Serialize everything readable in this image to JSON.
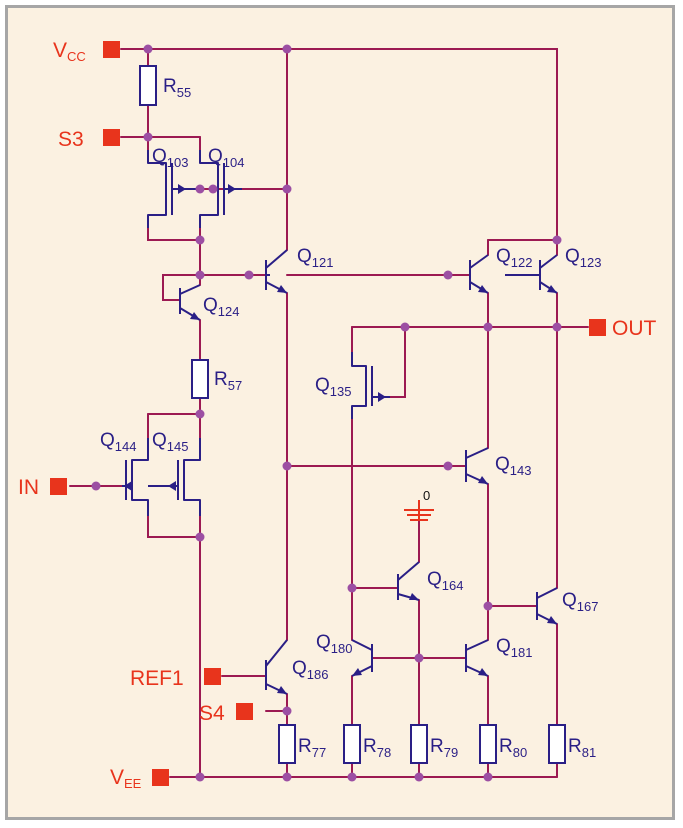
{
  "ports": {
    "vcc": {
      "main": "V",
      "sub": "CC"
    },
    "s3": "S3",
    "in": "IN",
    "out": "OUT",
    "ref1": "REF1",
    "s4": "S4",
    "vee": {
      "main": "V",
      "sub": "EE"
    }
  },
  "ground_label": "0",
  "resistors": {
    "r55": {
      "main": "R",
      "sub": "55"
    },
    "r57": {
      "main": "R",
      "sub": "57"
    },
    "r77": {
      "main": "R",
      "sub": "77"
    },
    "r78": {
      "main": "R",
      "sub": "78"
    },
    "r79": {
      "main": "R",
      "sub": "79"
    },
    "r80": {
      "main": "R",
      "sub": "80"
    },
    "r81": {
      "main": "R",
      "sub": "81"
    }
  },
  "transistors": {
    "q103": {
      "main": "Q",
      "sub": "103"
    },
    "q104": {
      "main": "Q",
      "sub": "104"
    },
    "q121": {
      "main": "Q",
      "sub": "121"
    },
    "q122": {
      "main": "Q",
      "sub": "122"
    },
    "q123": {
      "main": "Q",
      "sub": "123"
    },
    "q124": {
      "main": "Q",
      "sub": "124"
    },
    "q135": {
      "main": "Q",
      "sub": "135"
    },
    "q143": {
      "main": "Q",
      "sub": "143"
    },
    "q144": {
      "main": "Q",
      "sub": "144"
    },
    "q145": {
      "main": "Q",
      "sub": "145"
    },
    "q164": {
      "main": "Q",
      "sub": "164"
    },
    "q167": {
      "main": "Q",
      "sub": "167"
    },
    "q180": {
      "main": "Q",
      "sub": "180"
    },
    "q181": {
      "main": "Q",
      "sub": "181"
    },
    "q186": {
      "main": "Q",
      "sub": "186"
    }
  },
  "colors": {
    "wire": "#9c1a52",
    "symbol": "#2a1f86",
    "port": "#e8341c",
    "junction": "#9c4fa3",
    "background": "#fbf1e1",
    "frame": "#a6a6a6"
  }
}
